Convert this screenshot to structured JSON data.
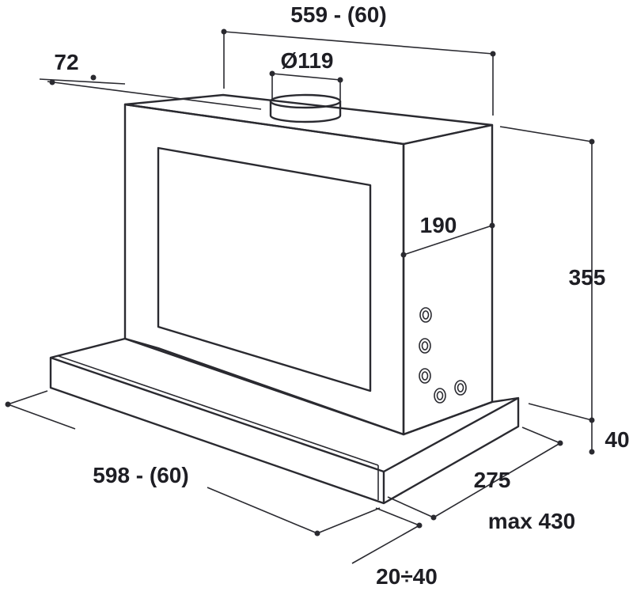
{
  "diagram": {
    "dimensions": {
      "top_width": "559 - (60)",
      "depth_offset": "72",
      "duct_diameter": "Ø119",
      "side_depth": "190",
      "height": "355",
      "base_height": "40",
      "base_width": "598 - (60)",
      "base_depth": "275",
      "max_extension": "max 430",
      "front_offset": "20÷40"
    }
  }
}
